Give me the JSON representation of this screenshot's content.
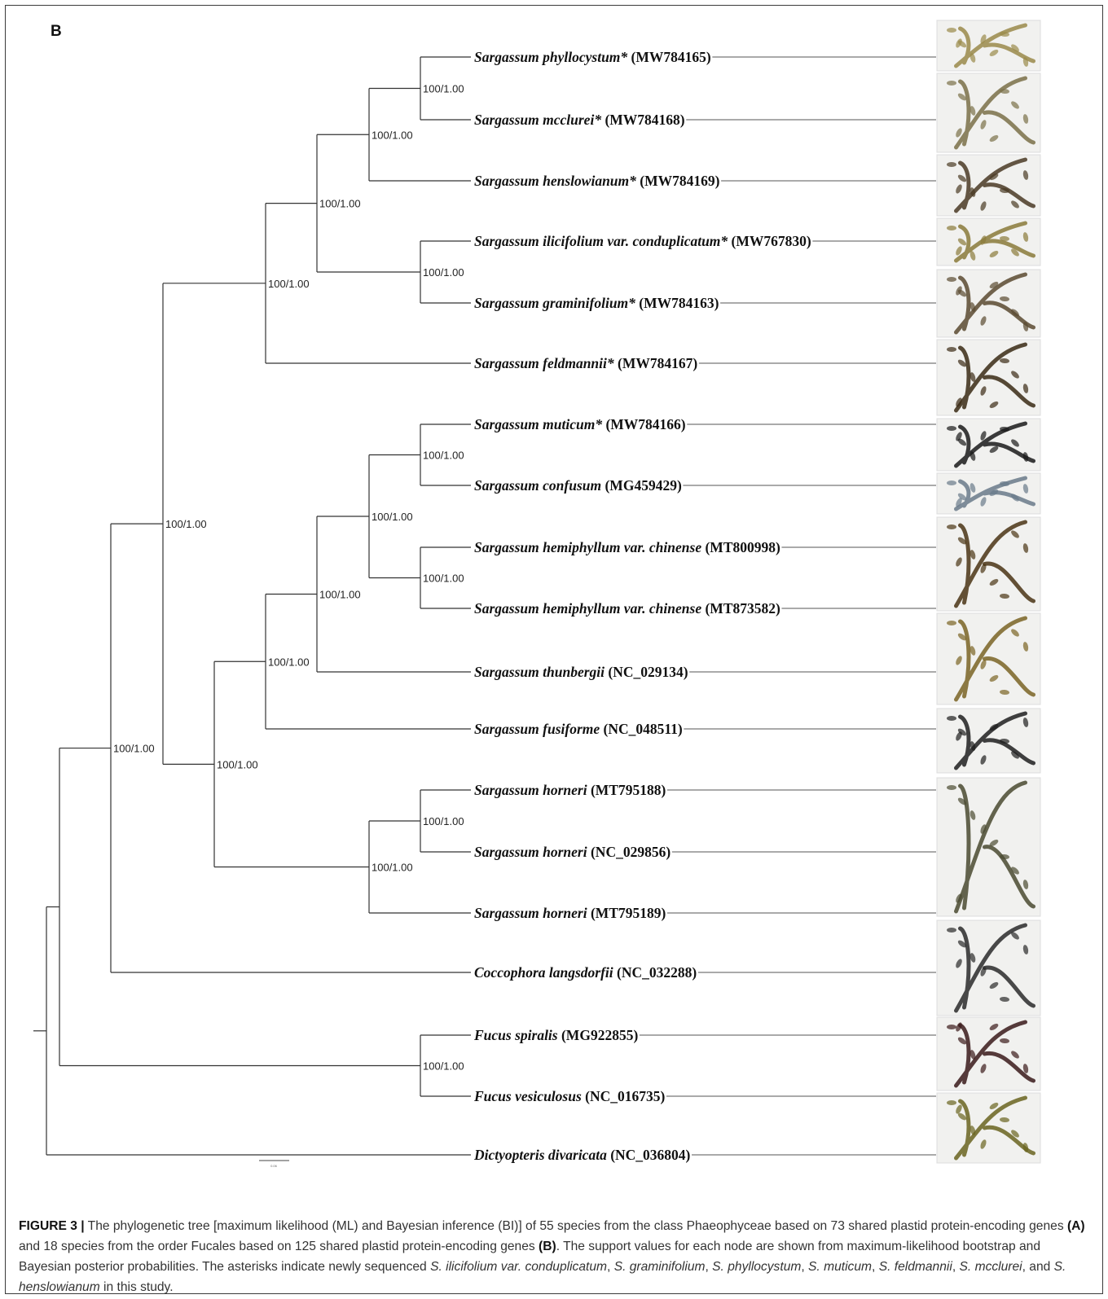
{
  "panel_label": "B",
  "colors": {
    "branch": "#333333",
    "thumb_frame": "#dcdcdc"
  },
  "tips": [
    {
      "id": "phyllocystum",
      "species": "Sargassum phyllocystum*",
      "accession": "(MW784165)",
      "image": "herbarium-specimen-sargassum-phyllocystum",
      "image_tone": "#9a8a4a"
    },
    {
      "id": "mcclurei",
      "species": "Sargassum mcclurei*",
      "accession": "(MW784168)",
      "image": "herbarium-specimen-sargassum-mcclurei",
      "image_tone": "#7a7048"
    },
    {
      "id": "henslowianum",
      "species": "Sargassum henslowianum*",
      "accession": "(MW784169)",
      "image": "herbarium-specimen-sargassum-henslowianum",
      "image_tone": "#4a3a24"
    },
    {
      "id": "ilicifolium",
      "species": "Sargassum ilicifolium var. conduplicatum*",
      "accession": "(MW767830)",
      "image": "herbarium-specimen-sargassum-ilicifolium",
      "image_tone": "#8a7a3a"
    },
    {
      "id": "graminifolium",
      "species": "Sargassum graminifolium*",
      "accession": "(MW784163)",
      "image": "herbarium-specimen-sargassum-graminifolium",
      "image_tone": "#5a4a30"
    },
    {
      "id": "feldmannii",
      "species": "Sargassum feldmannii*",
      "accession": "(MW784167)",
      "image": "herbarium-specimen-sargassum-feldmannii",
      "image_tone": "#3a2a14"
    },
    {
      "id": "muticum",
      "species": "Sargassum muticum*",
      "accession": "(MW784166)",
      "image": "herbarium-specimen-sargassum-muticum",
      "image_tone": "#1a1a1a"
    },
    {
      "id": "confusum",
      "species": "Sargassum confusum",
      "accession": "(MG459429)",
      "image": "herbarium-specimen-sargassum-confusum",
      "image_tone": "#6a7a8a"
    },
    {
      "id": "hemiphyllum1",
      "species": "Sargassum hemiphyllum var. chinense",
      "accession": "(MT800998)",
      "image": "herbarium-specimen-sargassum-hemiphyllum",
      "image_tone": "#4a3414"
    },
    {
      "id": "hemiphyllum2",
      "species": "Sargassum hemiphyllum var. chinense",
      "accession": "(MT873582)",
      "image": "herbarium-specimen-sargassum-hemiphyllum-2",
      "image_tone": "#4a3414"
    },
    {
      "id": "thunbergii",
      "species": "Sargassum thunbergii",
      "accession": "(NC_029134)",
      "image": "herbarium-specimen-sargassum-thunbergii",
      "image_tone": "#7a6424"
    },
    {
      "id": "fusiforme",
      "species": "Sargassum fusiforme",
      "accession": "(NC_048511)",
      "image": "herbarium-specimen-sargassum-fusiforme",
      "image_tone": "#1e1e1e"
    },
    {
      "id": "horneri1",
      "species": "Sargassum horneri",
      "accession": "(MT795188)",
      "image": "herbarium-specimen-sargassum-horneri",
      "image_tone": "#4a4a30"
    },
    {
      "id": "horneri2",
      "species": "Sargassum horneri",
      "accession": "(NC_029856)",
      "image": "herbarium-specimen-sargassum-horneri-2",
      "image_tone": "#4a4a30"
    },
    {
      "id": "horneri3",
      "species": "Sargassum horneri",
      "accession": "(MT795189)",
      "image": "herbarium-specimen-sargassum-horneri-3",
      "image_tone": "#4a4a30"
    },
    {
      "id": "coccophora",
      "species": "Coccophora langsdorfii",
      "accession": "(NC_032288)",
      "image": "herbarium-specimen-coccophora-langsdorfii",
      "image_tone": "#2a2a2a"
    },
    {
      "id": "spiralis",
      "species": "Fucus spiralis",
      "accession": "(MG922855)",
      "image": "herbarium-specimen-fucus-spiralis",
      "image_tone": "#3a1a1a"
    },
    {
      "id": "vesiculosus",
      "species": "Fucus vesiculosus",
      "accession": "(NC_016735)",
      "image": "herbarium-specimen-fucus-vesiculosus",
      "image_tone": "#6a6420"
    },
    {
      "id": "dictyopteris",
      "species": "Dictyopteris divaricata",
      "accession": "(NC_036804)",
      "image": "",
      "image_tone": ""
    }
  ],
  "nodes": [
    {
      "id": "n_phy_mcc",
      "children": [
        "phyllocystum",
        "mcclurei"
      ],
      "support": "100/1.00"
    },
    {
      "id": "n_phy_hen",
      "children": [
        "n_phy_mcc",
        "henslowianum"
      ],
      "support": "100/1.00"
    },
    {
      "id": "n_ili_gra",
      "children": [
        "ilicifolium",
        "graminifolium"
      ],
      "support": "100/1.00"
    },
    {
      "id": "n_top4",
      "children": [
        "n_phy_hen",
        "n_ili_gra"
      ],
      "support": "100/1.00"
    },
    {
      "id": "n_top5",
      "children": [
        "n_top4",
        "feldmannii"
      ],
      "support": "100/1.00"
    },
    {
      "id": "n_mut_con",
      "children": [
        "muticum",
        "confusum"
      ],
      "support": "100/1.00"
    },
    {
      "id": "n_hemi",
      "children": [
        "hemiphyllum1",
        "hemiphyllum2"
      ],
      "support": "100/1.00"
    },
    {
      "id": "n_mid4",
      "children": [
        "n_mut_con",
        "n_hemi"
      ],
      "support": "100/1.00"
    },
    {
      "id": "n_mid5",
      "children": [
        "n_mid4",
        "thunbergii"
      ],
      "support": "100/1.00"
    },
    {
      "id": "n_mid6",
      "children": [
        "n_mid5",
        "fusiforme"
      ],
      "support": "100/1.00"
    },
    {
      "id": "n_hor12",
      "children": [
        "horneri1",
        "horneri2"
      ],
      "support": "100/1.00"
    },
    {
      "id": "n_hor",
      "children": [
        "n_hor12",
        "horneri3"
      ],
      "support": "100/1.00"
    },
    {
      "id": "n_mid7",
      "children": [
        "n_mid6",
        "n_hor"
      ],
      "support": "100/1.00"
    },
    {
      "id": "n_sarg",
      "children": [
        "n_top5",
        "n_mid7"
      ],
      "support": "100/1.00"
    },
    {
      "id": "n_sarg_cocc",
      "children": [
        "n_sarg",
        "coccophora"
      ],
      "support": "100/1.00"
    },
    {
      "id": "n_fucus",
      "children": [
        "spiralis",
        "vesiculosus"
      ],
      "support": "100/1.00"
    },
    {
      "id": "n_ingroup",
      "children": [
        "n_sarg_cocc",
        "n_fucus"
      ],
      "support": ""
    },
    {
      "id": "n_root",
      "children": [
        "n_ingroup",
        "dictyopteris"
      ],
      "support": ""
    }
  ],
  "scale_bar_label": "0.06",
  "caption": {
    "title": "FIGURE 3 |",
    "part1": " The phylogenetic tree [maximum likelihood (ML) and Bayesian inference (BI)] of 55 species from the class Phaeophyceae based on 73 shared plastid protein-encoding genes ",
    "ref_a": "(A)",
    "part2": " and 18 species from the order Fucales based on 125 shared plastid protein-encoding genes ",
    "ref_b": "(B)",
    "part3": ". The support values for each node are shown from maximum-likelihood bootstrap and Bayesian posterior probabilities. The asterisks indicate newly sequenced ",
    "sp1": "S. ilicifolium var. conduplicatum",
    "sep1": ", ",
    "sp2": "S. graminifolium",
    "sep2": ", ",
    "sp3": "S. phyllocystum",
    "sep3": ", ",
    "sp4": "S. muticum",
    "sep4": ", ",
    "sp5": "S. feldmannii",
    "sep5": ", ",
    "sp6": "S. mcclurei",
    "sep6": ", and ",
    "sp7": "S. henslowianum",
    "part4": " in this study."
  }
}
